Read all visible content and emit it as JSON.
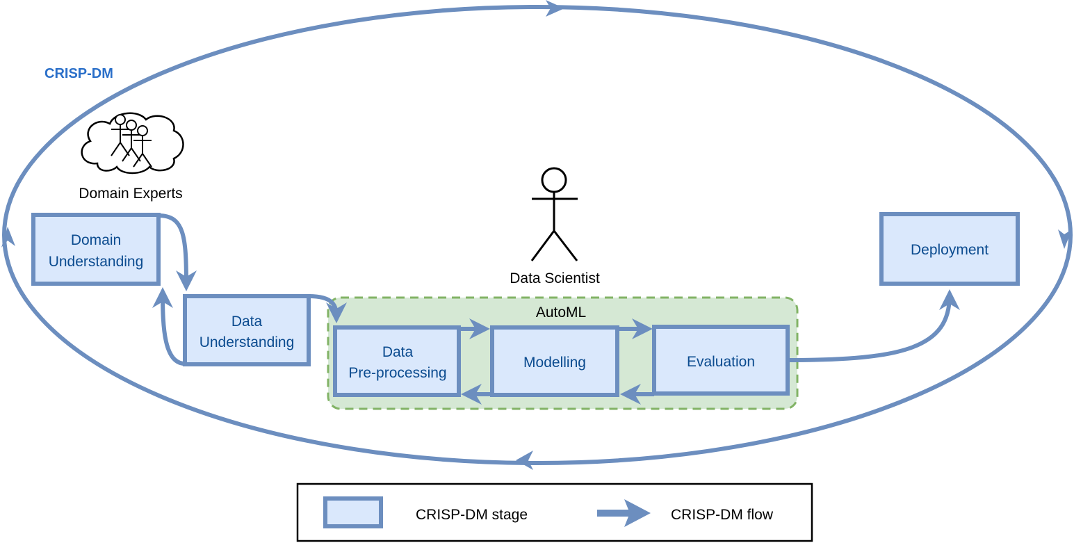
{
  "title": "CRISP-DM",
  "colors": {
    "stage_fill": "#dae8fc",
    "stage_stroke": "#6c8ebf",
    "stage_text": "#0b4b8f",
    "automl_fill": "#d5e8d4",
    "automl_stroke": "#82b366",
    "title": "#2a6fc9"
  },
  "actors": {
    "domain_experts": "Domain Experts",
    "data_scientist": "Data Scientist"
  },
  "automl_label": "AutoML",
  "stages": {
    "domain_understanding": [
      "Domain",
      "Understanding"
    ],
    "data_understanding": [
      "Data",
      "Understanding"
    ],
    "data_preprocessing": [
      "Data",
      "Pre-processing"
    ],
    "modelling": "Modelling",
    "evaluation": "Evaluation",
    "deployment": "Deployment"
  },
  "legend": {
    "stage": "CRISP-DM stage",
    "flow": "CRISP-DM flow"
  }
}
